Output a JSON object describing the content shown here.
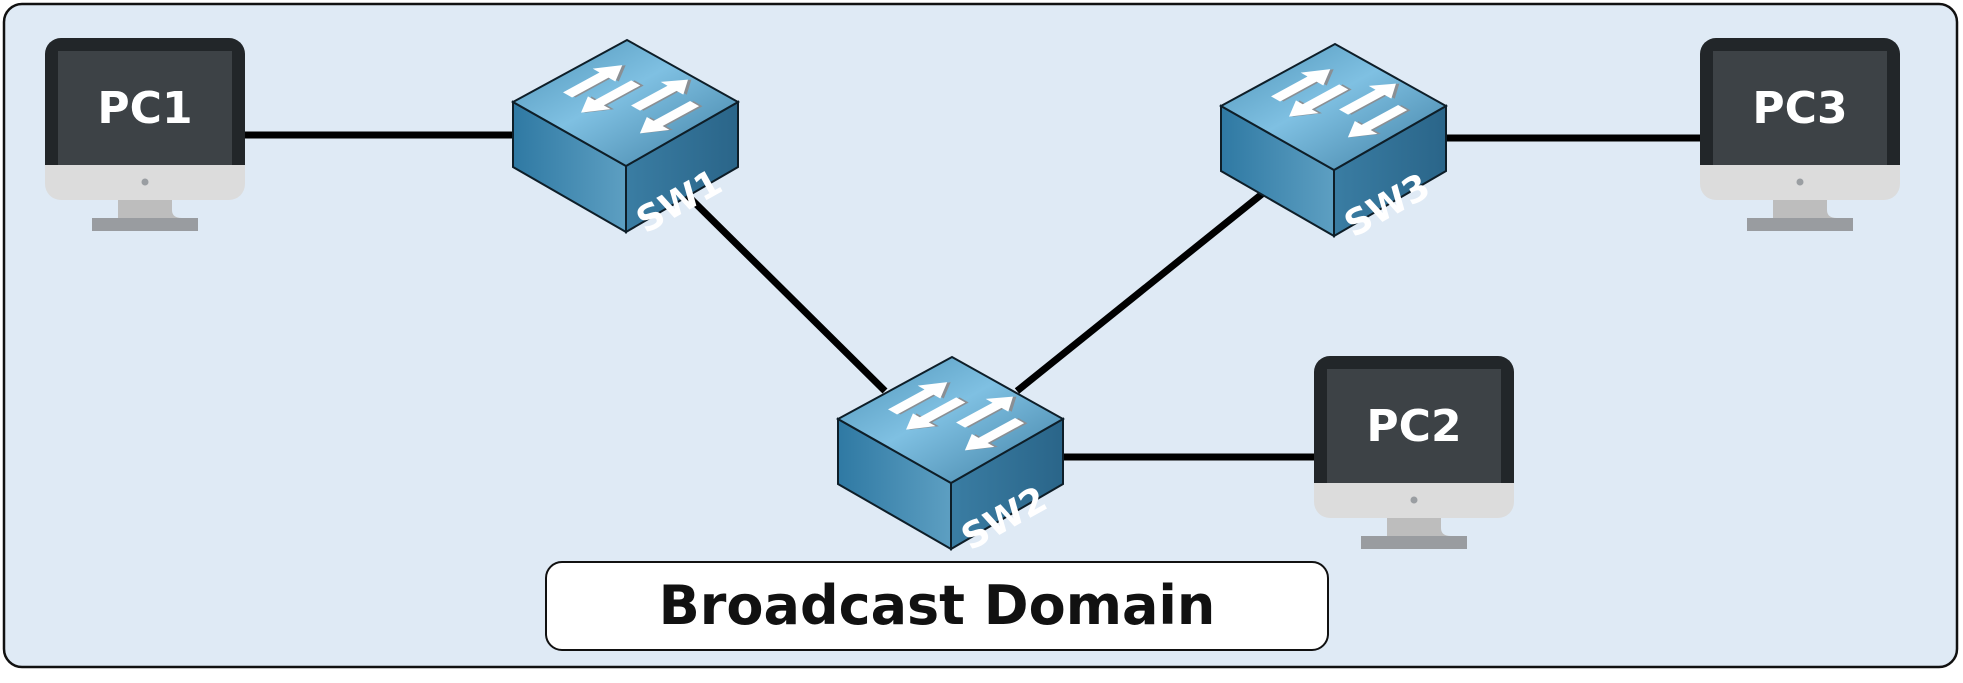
{
  "title": "Broadcast Domain",
  "devices": {
    "pc1": "PC1",
    "pc2": "PC2",
    "pc3": "PC3",
    "sw1": "SW1",
    "sw2": "SW2",
    "sw3": "SW3"
  },
  "colors": {
    "background": "#dfeaf5",
    "border": "#111111",
    "link": "#000000",
    "monitor_bezel": "#222629",
    "monitor_screen": "#3d4246",
    "switch_top": "#6fb3d6",
    "switch_side": "#2f739a"
  }
}
